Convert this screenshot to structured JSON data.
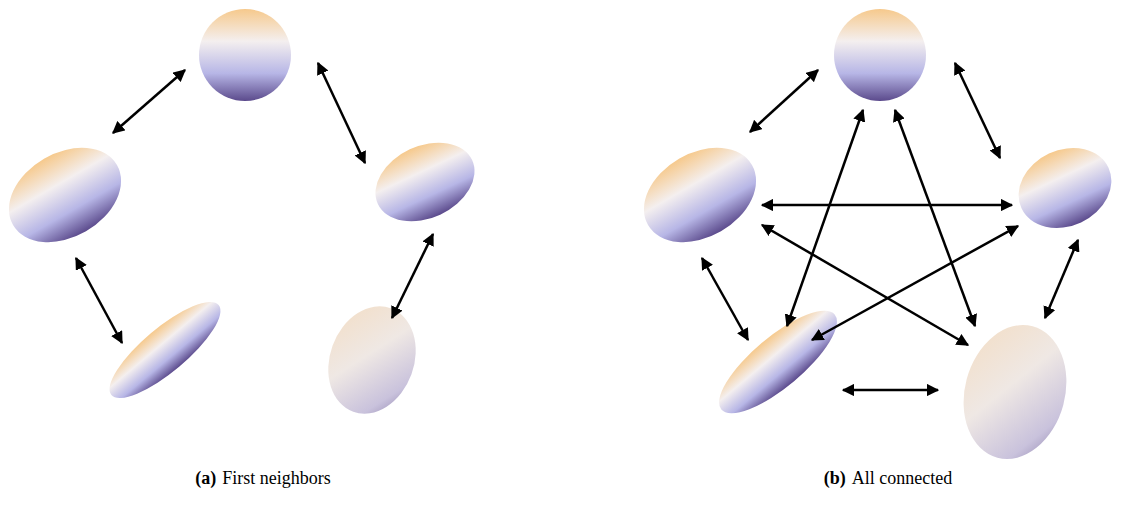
{
  "diagram": {
    "labels": [
      "(a)",
      "First neighbors",
      "(b)",
      "All connected"
    ]
  }
}
